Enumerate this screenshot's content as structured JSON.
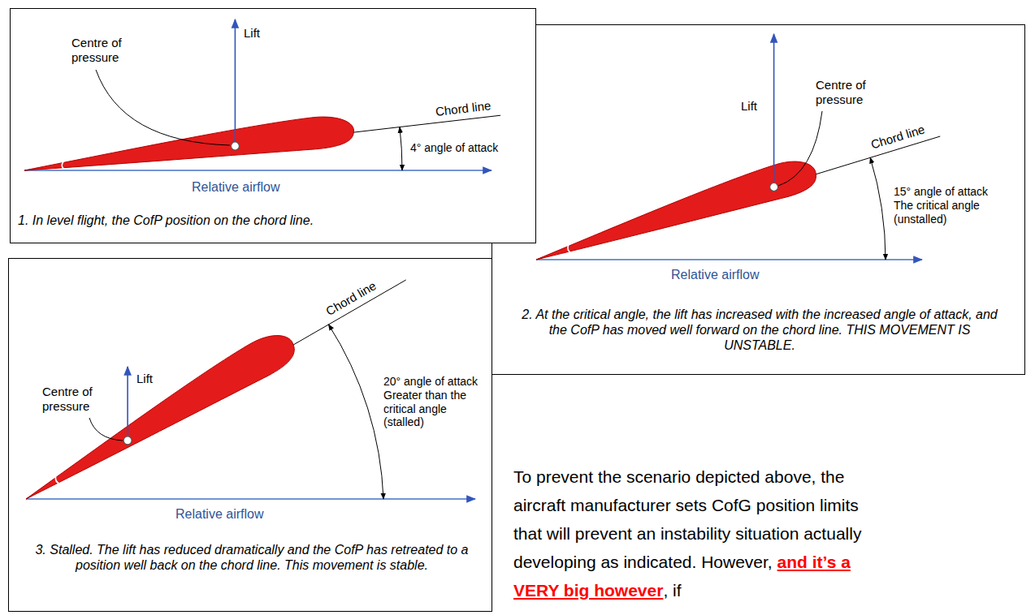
{
  "diagram": {
    "nodes": [
      {
        "text": [
          "Centre of pressure",
          "Lift",
          "Chord line",
          "4° angle of attack",
          "Relative airflow",
          "1. In level flight, the CofP position on the chord line."
        ]
      },
      {
        "text": [
          "Lift",
          "Centre of pressure",
          "Chord line",
          "15° angle of attack The critical angle (unstalled)",
          "Relative airflow",
          "2. At the critical angle, the lift has increased with the increased angle of attack, and the CofP has moved well forward on the chord line. THIS MOVEMENT IS UNSTABLE."
        ]
      },
      {
        "text": [
          "Chord line",
          "Lift",
          "Centre of pressure",
          "20° angle of attack Greater than the critical angle (stalled)",
          "Relative airflow",
          "3. Stalled. The lift has reduced dramatically and the CofP has retreated to a position well back on the chord line. This movement is stable."
        ]
      }
    ],
    "labels": [
      "To prevent the scenario depicted above, the aircraft manufacturer sets CofG position limits that will prevent an instability situation actually developing as indicated. However,",
      "and it’s a VERY big however",
      ", if"
    ]
  }
}
